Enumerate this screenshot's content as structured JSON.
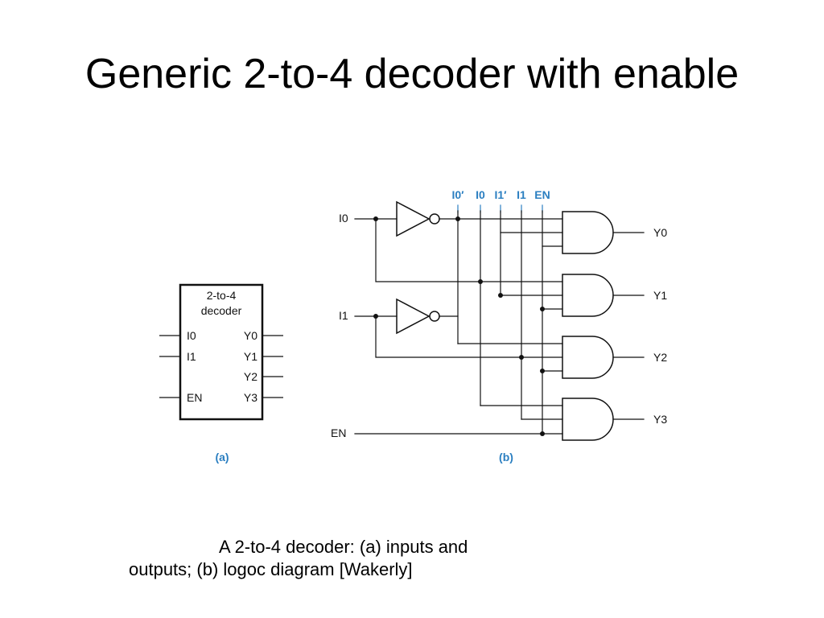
{
  "title": "Generic 2-to-4 decoder with enable",
  "block": {
    "name_line1": "2-to-4",
    "name_line2": "decoder",
    "inputs": [
      "I0",
      "I1",
      "EN"
    ],
    "outputs": [
      "Y0",
      "Y1",
      "Y2",
      "Y3"
    ],
    "part_label": "(a)"
  },
  "logic": {
    "bus_labels": [
      "I0′",
      "I0",
      "I1′",
      "I1",
      "EN"
    ],
    "inputs": [
      "I0",
      "I1",
      "EN"
    ],
    "outputs": [
      "Y0",
      "Y1",
      "Y2",
      "Y3"
    ],
    "part_label": "(b)"
  },
  "caption": {
    "line1": "A 2-to-4 decoder: (a) inputs and",
    "line2": "outputs; (b) logoc diagram [Wakerly]"
  },
  "colors": {
    "label_blue": "#2b7fc1",
    "wire": "#111111"
  }
}
